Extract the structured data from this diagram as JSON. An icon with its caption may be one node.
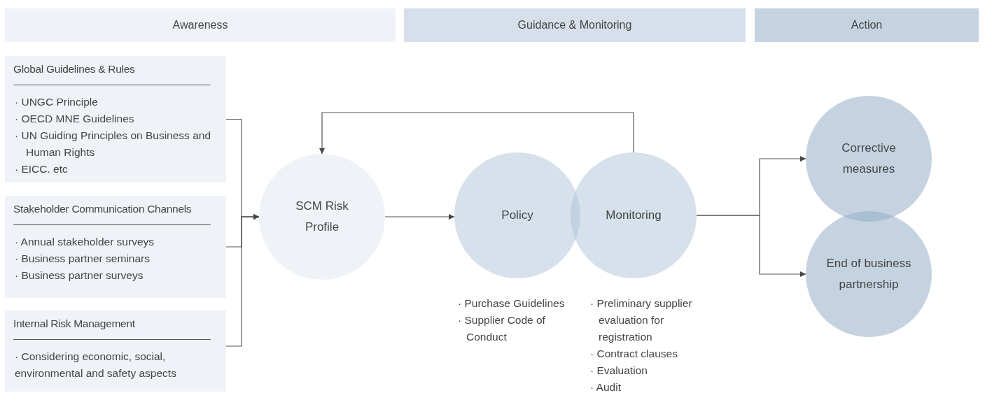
{
  "diagram": {
    "nodes": [
      {
        "text": [
          "Awareness"
        ]
      },
      {
        "text": [
          "Guidance & Monitoring"
        ]
      },
      {
        "text": [
          "Action"
        ]
      },
      {
        "text": [
          "Global Guidelines & Rules",
          "· UNGC Principle",
          "· OECD MNE Guidelines",
          "· UN Guiding Principles on Business and Human Rights",
          "· EICC. etc"
        ]
      },
      {
        "text": [
          "Stakeholder Communication Channels",
          "· Annual stakeholder surveys",
          "· Business partner seminars",
          "· Business partner surveys"
        ]
      },
      {
        "text": [
          "Internal Risk Management",
          "· Considering economic, social, environmental and safety aspects"
        ]
      },
      {
        "text": [
          "SCM Risk Profile"
        ]
      },
      {
        "text": [
          "Policy"
        ],
        "beside": [
          "· Purchase Guidelines",
          "· Supplier Code of Conduct"
        ]
      },
      {
        "text": [
          "Monitoring"
        ],
        "beside": [
          "· Preliminary supplier evaluation for registration",
          "· Contract clauses",
          "· Evaluation",
          "· Audit"
        ]
      },
      {
        "text": [
          "Corrective measures"
        ]
      },
      {
        "text": [
          "End of business partnership"
        ]
      }
    ],
    "edges": [
      {
        "from": 3,
        "to": 6,
        "arrow": "to"
      },
      {
        "from": 4,
        "to": 6,
        "arrow": "to"
      },
      {
        "from": 5,
        "to": 6,
        "arrow": "to"
      },
      {
        "from": 6,
        "to": 7,
        "arrow": "to"
      },
      {
        "from": 8,
        "to": 6,
        "arrow": "to"
      },
      {
        "from": 8,
        "to": 9,
        "arrow": "to"
      },
      {
        "from": 8,
        "to": 10,
        "arrow": "to"
      }
    ]
  }
}
